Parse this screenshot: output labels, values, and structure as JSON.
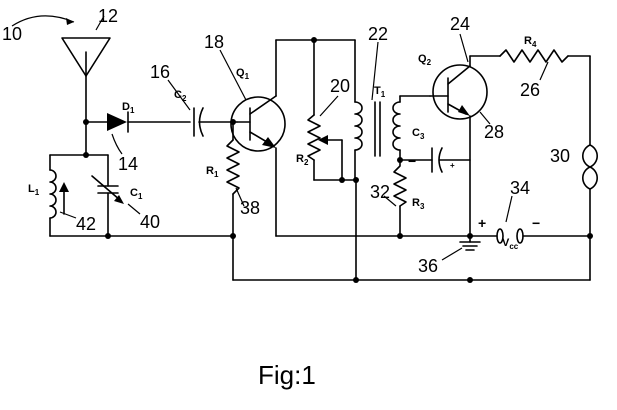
{
  "figure": {
    "caption": "Fig:1"
  },
  "refs": {
    "r10": "10",
    "r12": "12",
    "r14": "14",
    "r16": "16",
    "r18": "18",
    "r20": "20",
    "r22": "22",
    "r24": "24",
    "r26": "26",
    "r28": "28",
    "r30": "30",
    "r32": "32",
    "r34": "34",
    "r36": "36",
    "r38": "38",
    "r40": "40",
    "r42": "42"
  },
  "components": {
    "d1": {
      "main": "D",
      "sub": "1"
    },
    "c2": {
      "main": "C",
      "sub": "2"
    },
    "q1": {
      "main": "Q",
      "sub": "1"
    },
    "r1": {
      "main": "R",
      "sub": "1"
    },
    "r2": {
      "main": "R",
      "sub": "2"
    },
    "t1": {
      "main": "T",
      "sub": "1"
    },
    "q2": {
      "main": "Q",
      "sub": "2"
    },
    "r4": {
      "main": "R",
      "sub": "4"
    },
    "c3": {
      "main": "C",
      "sub": "3"
    },
    "r3": {
      "main": "R",
      "sub": "3"
    },
    "l1": {
      "main": "L",
      "sub": "1"
    },
    "c1": {
      "main": "C",
      "sub": "1"
    },
    "vcc": {
      "main": "V",
      "sub": "cc"
    }
  },
  "symbols": {
    "plus": "+",
    "minus": "−",
    "c3_minus": "−",
    "c3_plus": "+"
  }
}
